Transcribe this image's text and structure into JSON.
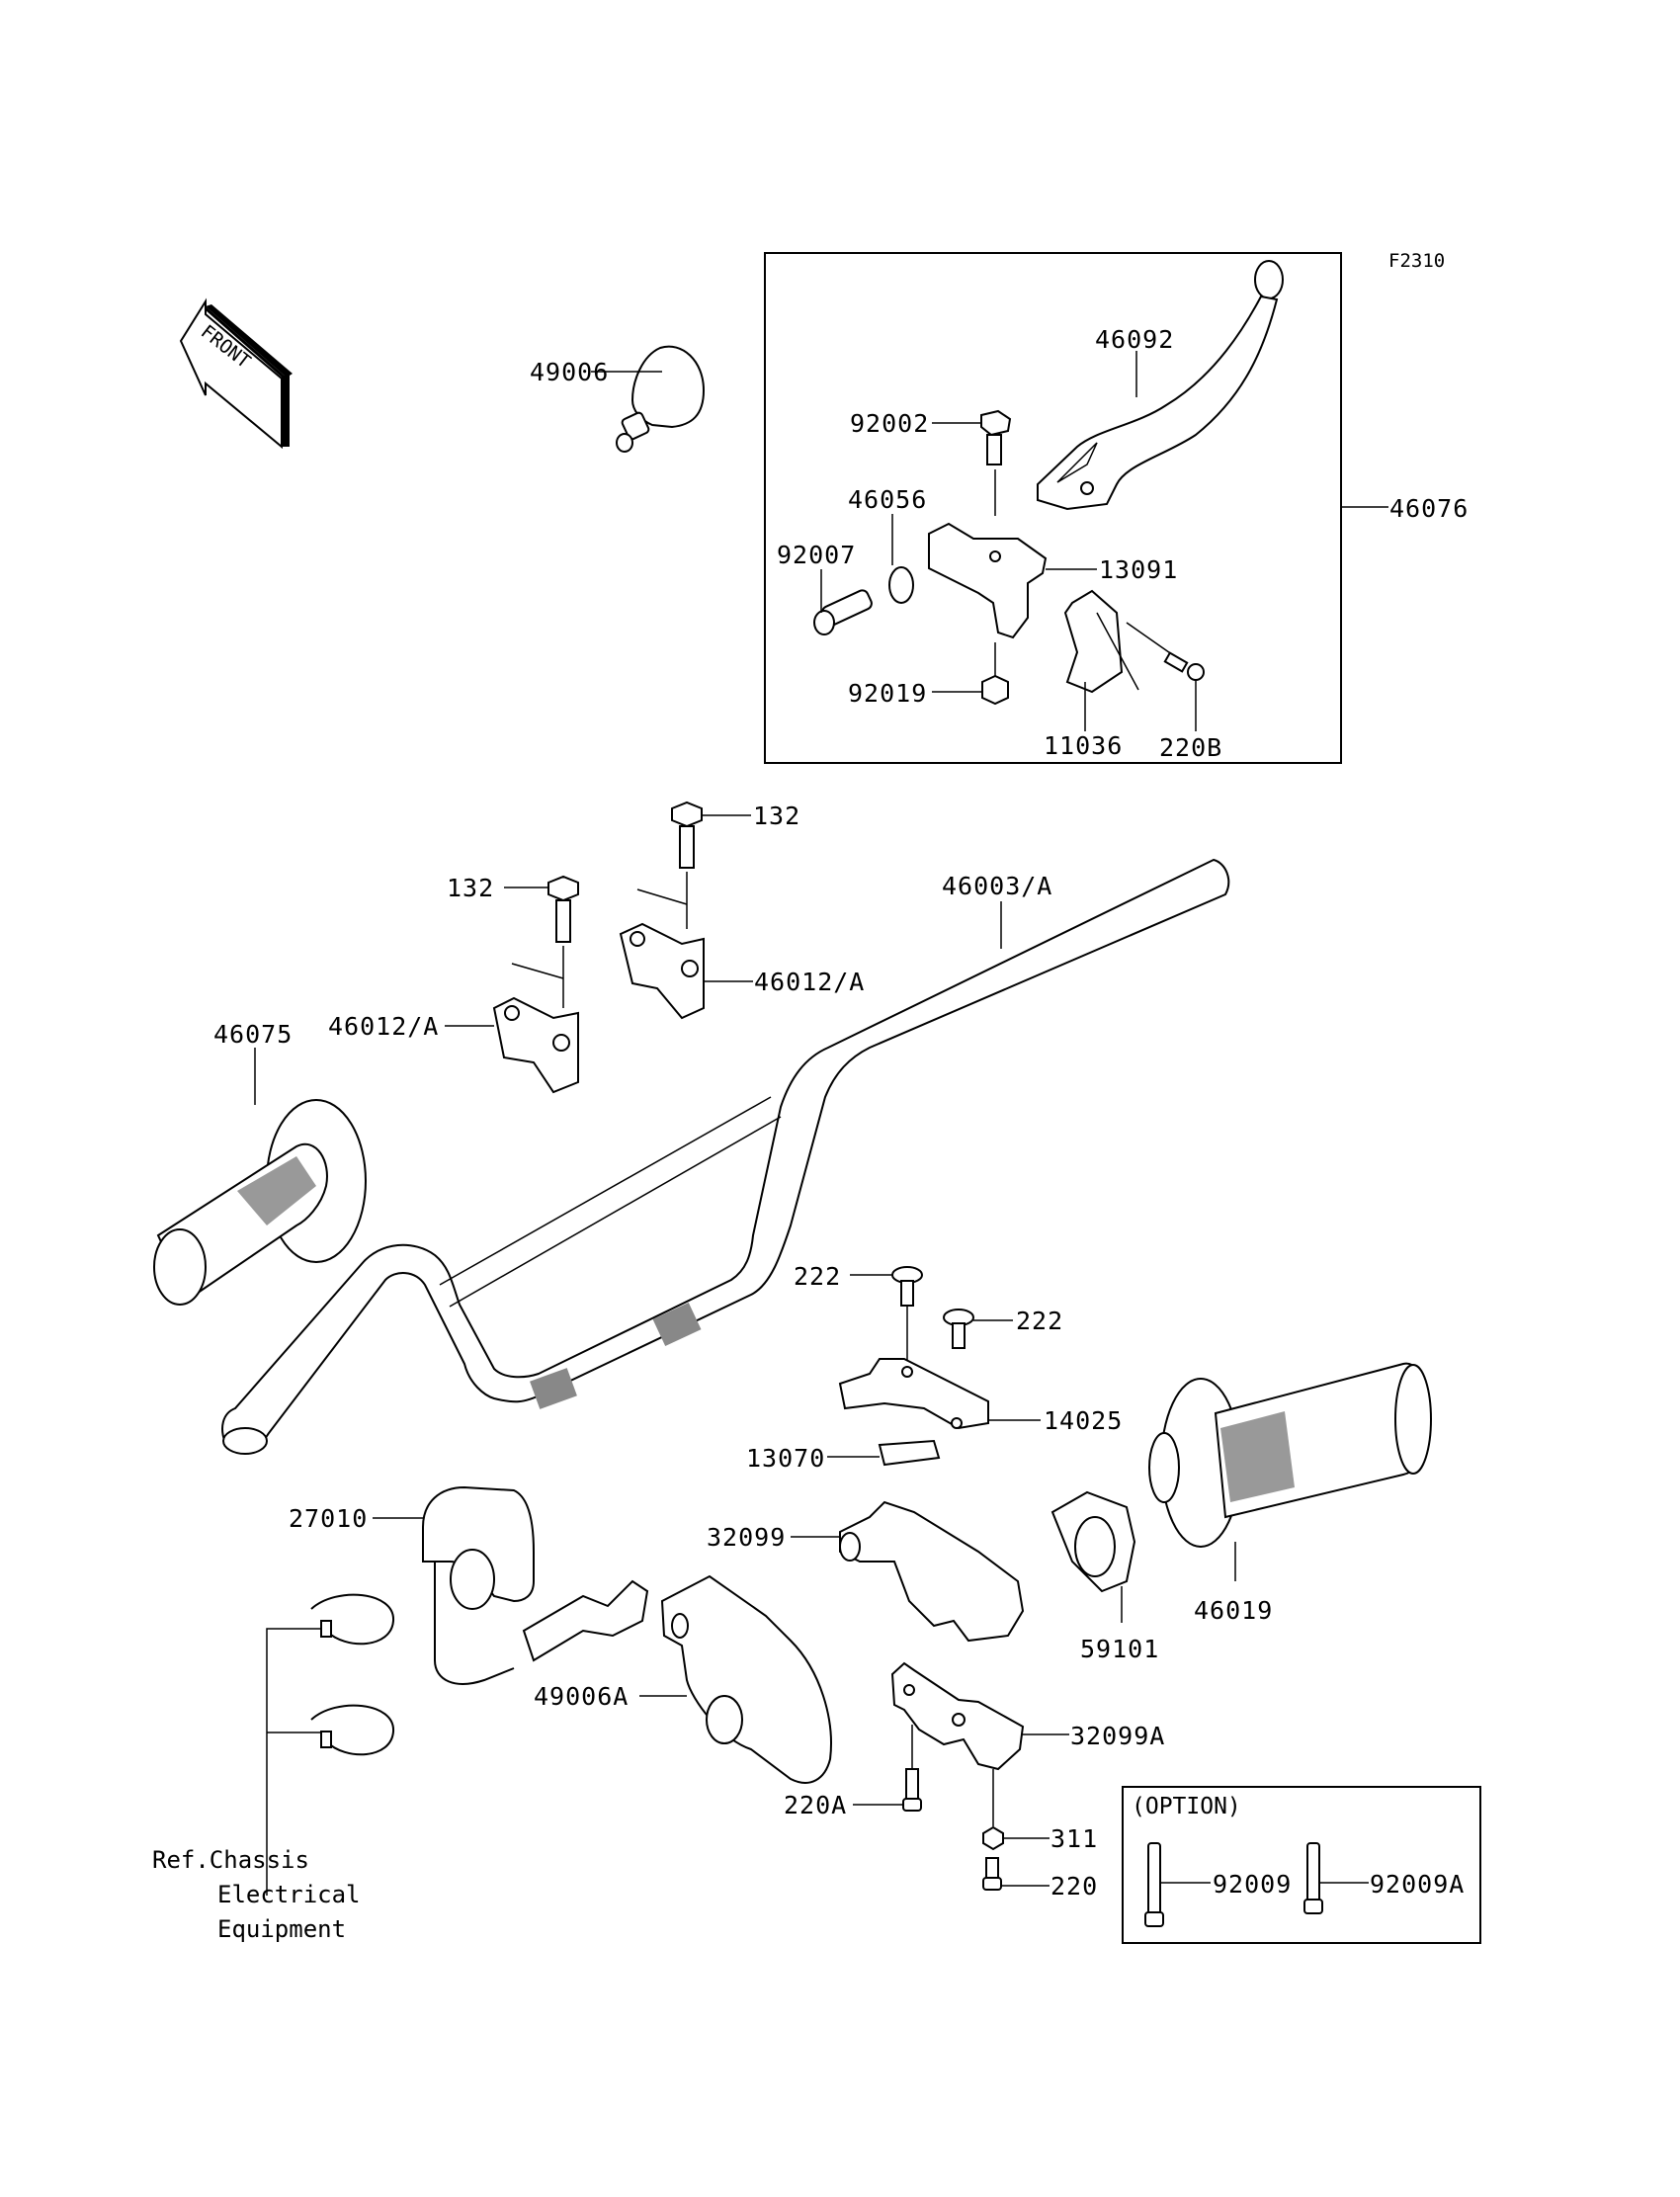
{
  "figure_id": "F2310",
  "front_indicator": "FRONT",
  "labels": {
    "p49006": "49006",
    "p46092": "46092",
    "p92002": "92002",
    "p46056": "46056",
    "p92007": "92007",
    "p13091": "13091",
    "p92019": "92019",
    "p11036": "11036",
    "p220B": "220B",
    "p46076": "46076",
    "p132a": "132",
    "p132b": "132",
    "p46003A": "46003/A",
    "p46012A_right": "46012/A",
    "p46012A_left": "46012/A",
    "p46075": "46075",
    "p222a": "222",
    "p222b": "222",
    "p14025": "14025",
    "p13070": "13070",
    "p27010": "27010",
    "p32099": "32099",
    "p46019": "46019",
    "p59101": "59101",
    "p49006A": "49006A",
    "p32099A": "32099A",
    "p220A": "220A",
    "p311": "311",
    "p220": "220",
    "p92009": "92009",
    "p92009A": "92009A"
  },
  "option_box": {
    "title": "(OPTION)"
  },
  "reference_note": {
    "line1": "Ref.Chassis",
    "line2": "Electrical",
    "line3": "Equipment"
  }
}
